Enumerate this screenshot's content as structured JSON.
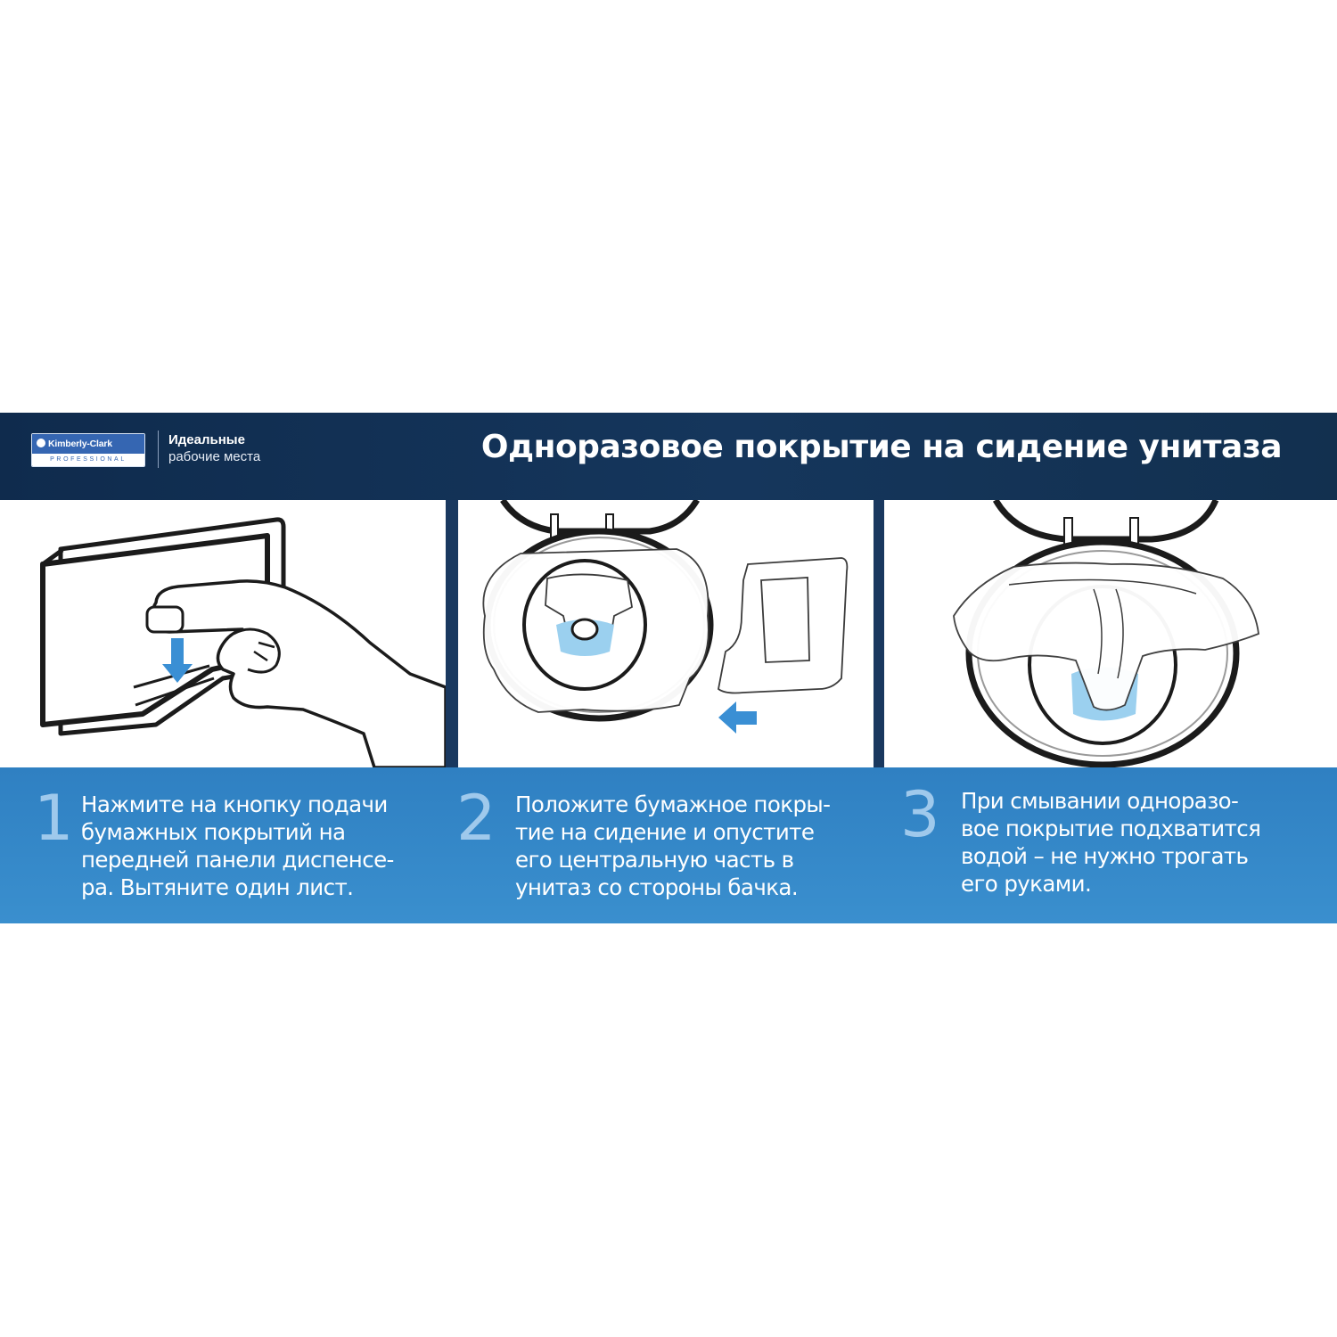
{
  "brand": {
    "logo_name": "Kimberly-Clark",
    "logo_sub": "PROFESSIONAL",
    "tagline_line1": "Идеальные",
    "tagline_line2": "рабочие места"
  },
  "header": {
    "title": "Одноразовое покрытие на сидение унитаза"
  },
  "colors": {
    "header_bg": "#12304f",
    "strip_bg": "#3589c9",
    "accent_blue": "#3a8fd4",
    "number_color": "#9fc9ec"
  },
  "steps": [
    {
      "number": "1",
      "lines": [
        "Нажмите на кнопку подачи",
        "бумажных покрытий на",
        "передней панели диспенсе-",
        "ра. Вытяните один лист."
      ]
    },
    {
      "number": "2",
      "lines": [
        "Положите бумажное покры-",
        "тие на сидение и опустите",
        "его центральную часть в",
        "унитаз со стороны бачка."
      ]
    },
    {
      "number": "3",
      "lines": [
        "При смывании одноразо-",
        "вое покрытие подхватится",
        "водой – не нужно трогать",
        "его руками."
      ]
    }
  ]
}
